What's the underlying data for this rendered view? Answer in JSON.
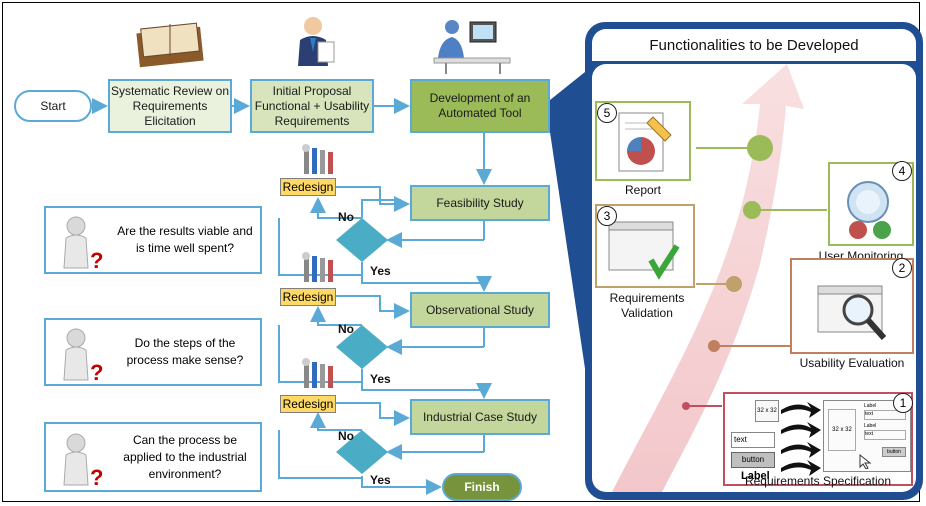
{
  "flow": {
    "start": "Start",
    "review": "Systematic Review on Requirements Elicitation",
    "proposal": "Initial Proposal Functional + Usability Requirements",
    "tool": "Development of an Automated Tool",
    "feasibility": "Feasibility Study",
    "observational": "Observational Study",
    "industrial": "Industrial Case Study",
    "finish": "Finish",
    "redesign": "Redesign",
    "no": "No",
    "yes": "Yes"
  },
  "questions": [
    "Are the results viable and is time well spent?",
    "Do the steps of the process make sense?",
    "Can the process be applied to the industrial environment?"
  ],
  "panel": {
    "title": "Functionalities to be Developed",
    "features": [
      {
        "num": "5",
        "label": "Report"
      },
      {
        "num": "4",
        "label": "User Monitoring"
      },
      {
        "num": "3",
        "label": "Requirements Validation"
      },
      {
        "num": "2",
        "label": "Usability Evaluation"
      },
      {
        "num": "1",
        "label": "Requirements Specification"
      }
    ],
    "spec_labels": {
      "text": "text",
      "button": "button",
      "label": "Label",
      "wire_size": "32 x 32",
      "wire_size_small": "32 x 32",
      "mini_label": "Label",
      "mini_text": "text",
      "mini_button": "button"
    }
  },
  "colors": {
    "process": "#c3d69b",
    "redesign": "#ffd966",
    "decision": "#4bacc6",
    "border": "#5aa9d6",
    "panel": "#1f4e93",
    "finish": "#77933c"
  }
}
